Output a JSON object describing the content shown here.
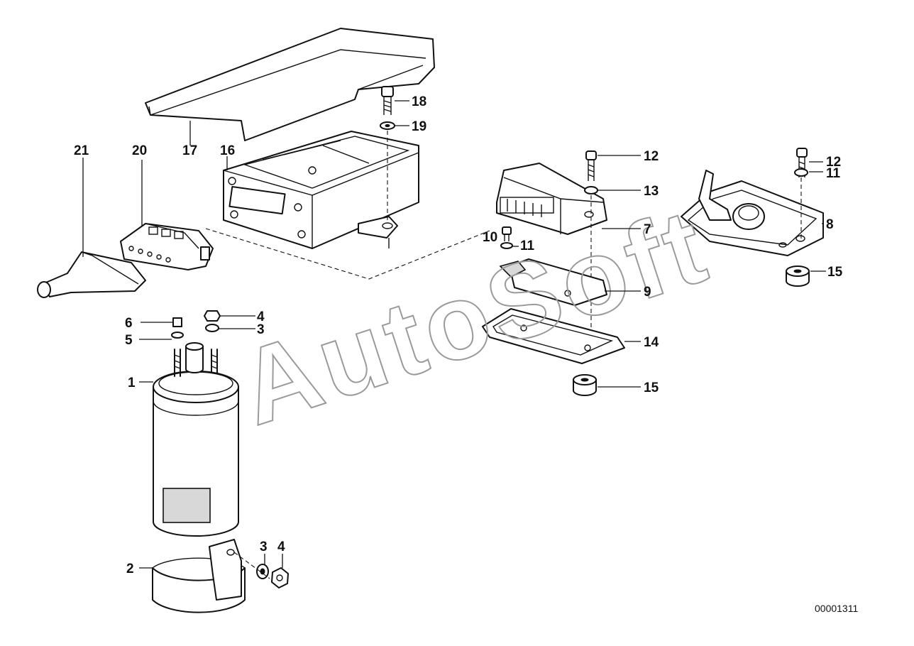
{
  "diagram": {
    "document_number": "00001311",
    "watermark": "AutoSoft",
    "callouts": {
      "c1": "1",
      "c2": "2",
      "c3a": "3",
      "c3b": "3",
      "c4a": "4",
      "c4b": "4",
      "c5": "5",
      "c6": "6",
      "c7": "7",
      "c8": "8",
      "c9": "9",
      "c10": "10",
      "c11a": "11",
      "c11b": "11",
      "c12a": "12",
      "c12b": "12",
      "c13": "13",
      "c14": "14",
      "c15a": "15",
      "c15b": "15",
      "c16": "16",
      "c17": "17",
      "c18": "18",
      "c19": "19",
      "c20": "20",
      "c21": "21"
    }
  }
}
